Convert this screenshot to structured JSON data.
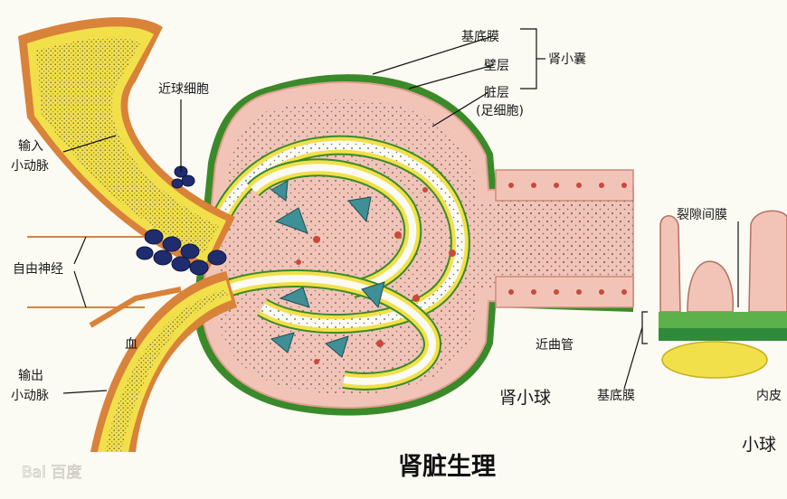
{
  "labels": {
    "basement_membrane": "基底膜",
    "parietal_layer": "壁层",
    "visceral_layer": "脏层",
    "podocyte": "(足细胞)",
    "bowman_capsule": "肾小囊",
    "juxtaglomerular_cell": "近球细胞",
    "afferent_arteriole_line1": "输入",
    "afferent_arteriole_line2": "小动脉",
    "autonomic_nerve": "自由神经",
    "efferent_arteriole_line1": "输出",
    "efferent_arteriole_line2": "小动脉",
    "blood": "血",
    "proximal_tubule": "近曲管",
    "glomerulus": "肾小球",
    "filtration_slit_membrane": "裂隙间膜",
    "basement_membrane_inset": "基底膜",
    "inset_partial_right": "内皮",
    "inset_partial_bottom": "小球"
  },
  "title": "肾脏生理",
  "watermark": "Bai 百度",
  "colors": {
    "background": "#fbfaf3",
    "yellow_layer": "#f2e04a",
    "green_line": "#3a8a2a",
    "pink_cells": "#f2c4b8",
    "red_nuclei": "#c94a38",
    "dark_blue_cells": "#1f2d6e",
    "teal": "#3e8f96",
    "orange_muscle": "#d9823a"
  }
}
